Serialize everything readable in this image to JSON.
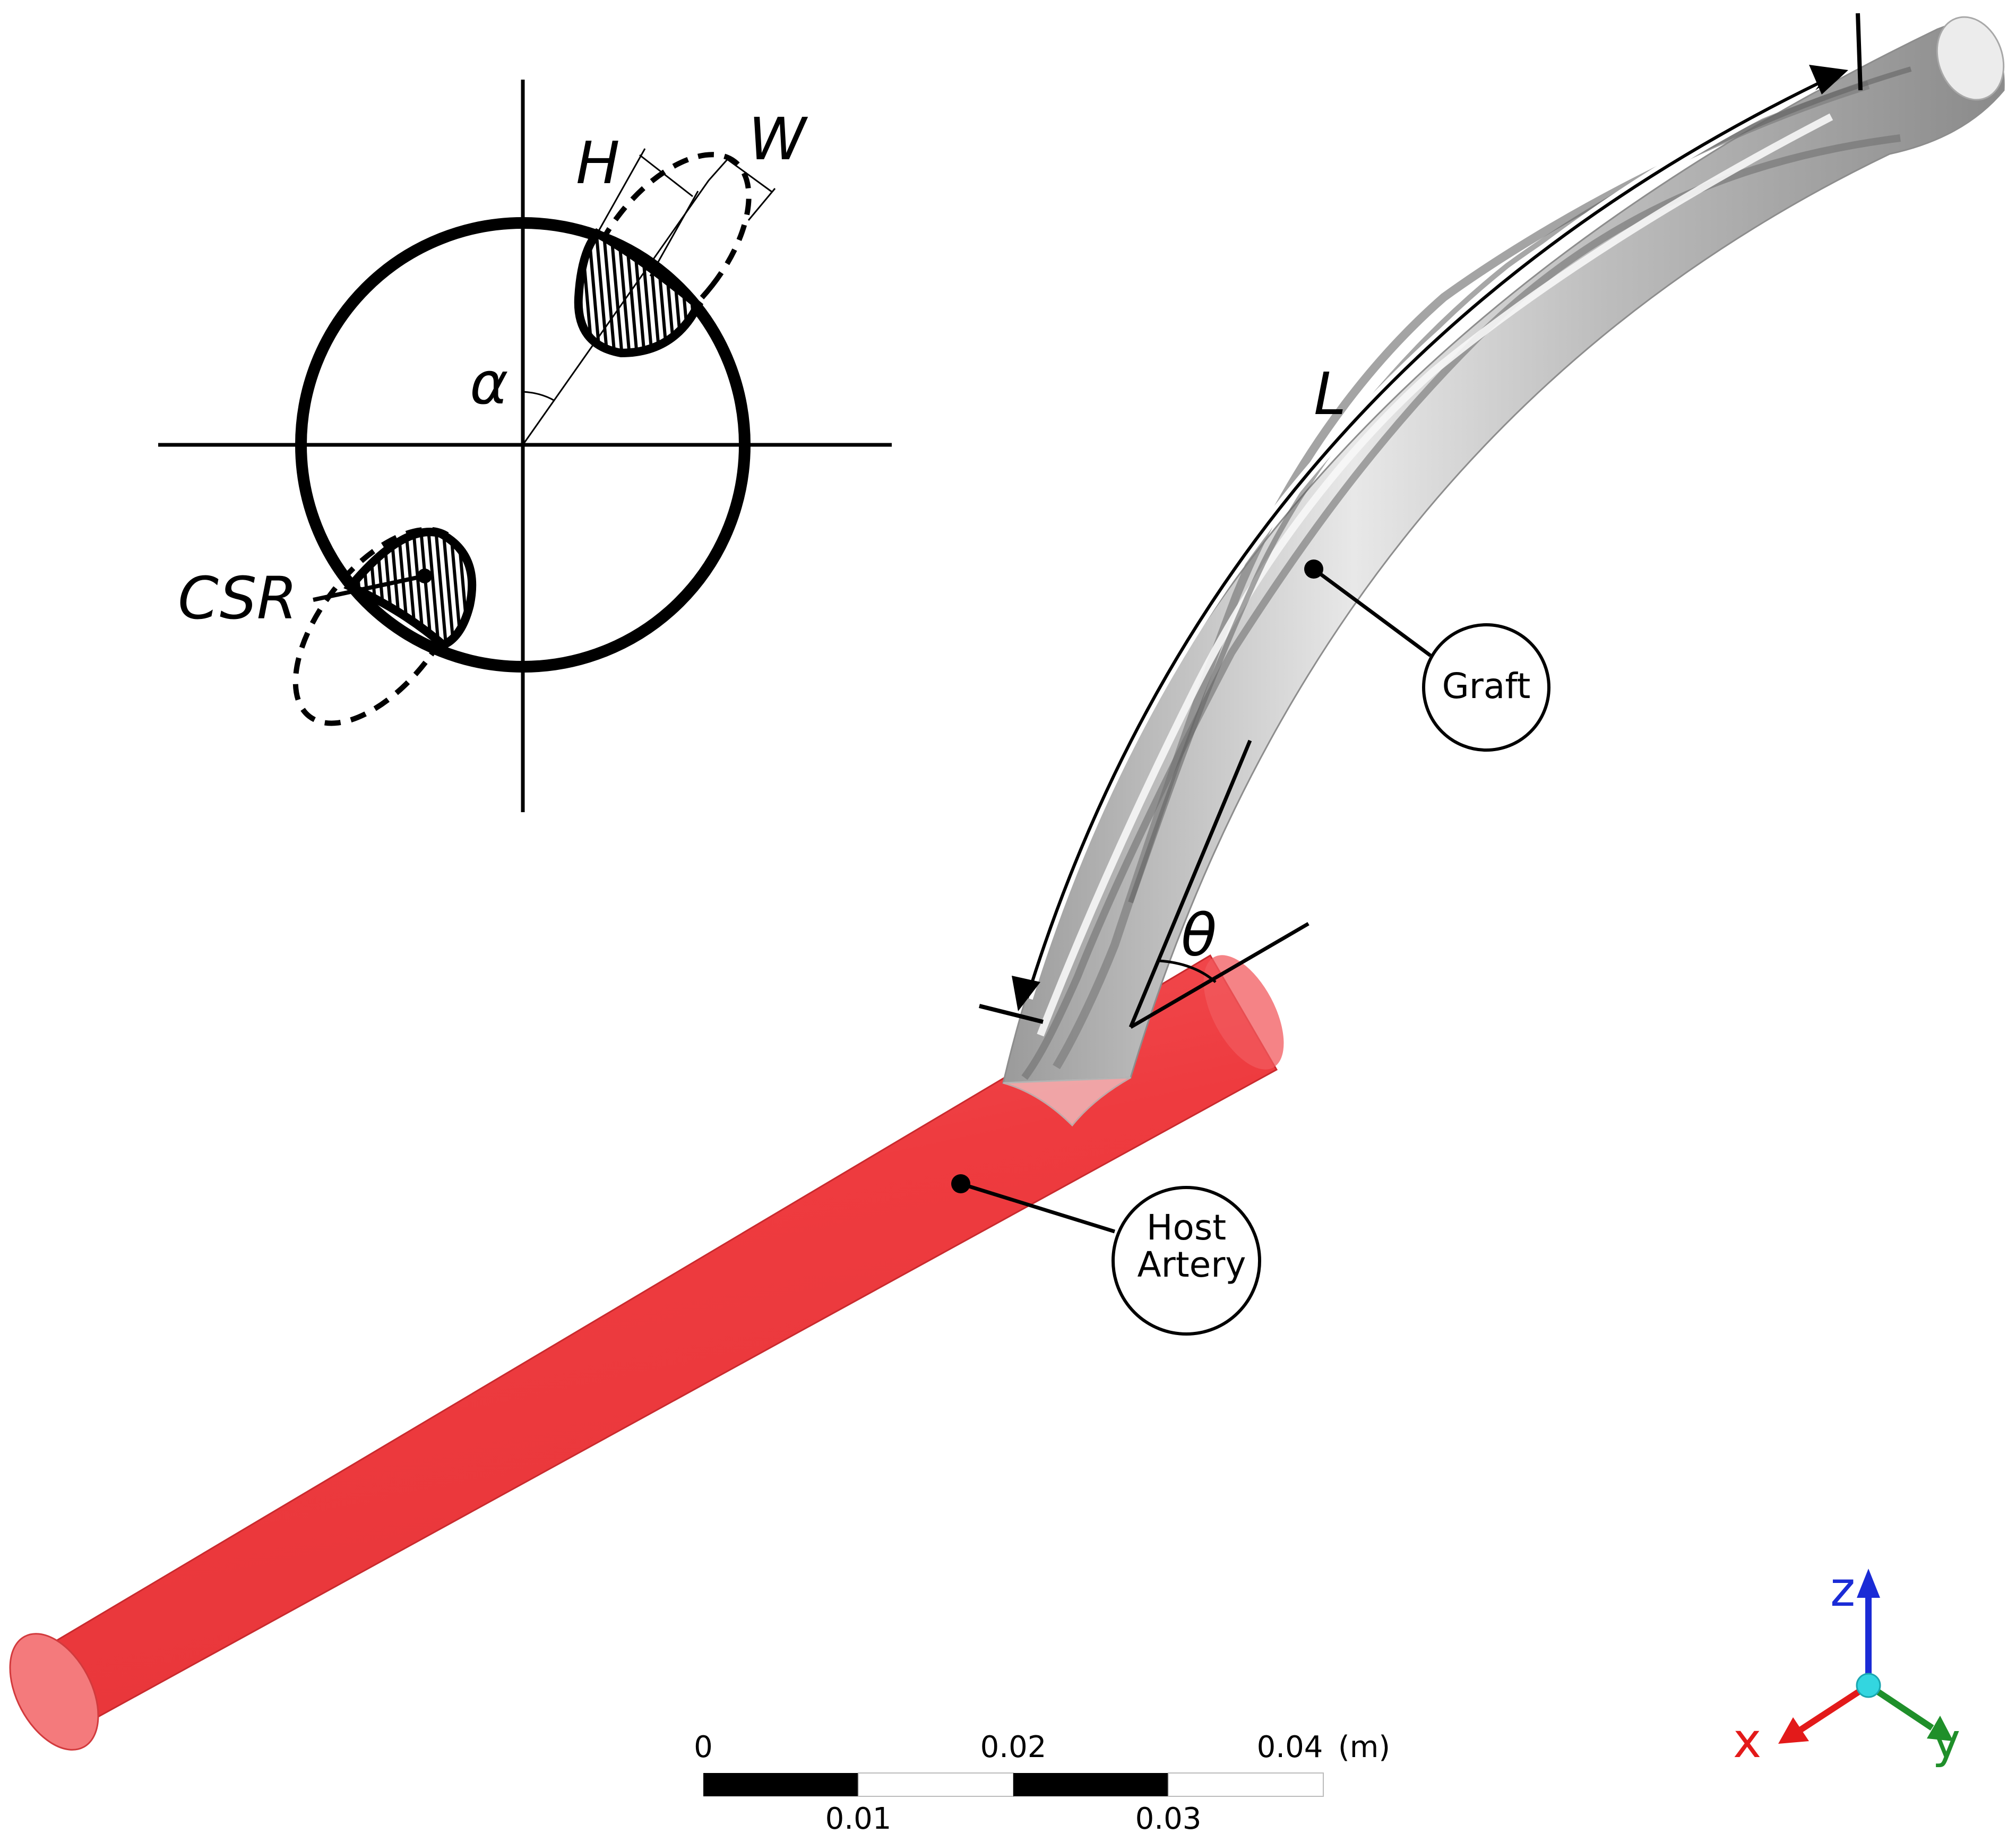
{
  "labels": {
    "H": "H",
    "W": "W",
    "alpha": "α",
    "CSR": "CSR",
    "L": "L",
    "theta": "θ",
    "graft": "Graft",
    "host_line1": "Host",
    "host_line2": "Artery"
  },
  "scale_bar": {
    "top_labels": [
      "0",
      "0.02",
      "0.04"
    ],
    "bottom_labels": [
      "0.01",
      "0.03"
    ],
    "unit": "(m)"
  },
  "axes": {
    "z": "z",
    "x": "x",
    "y": "y",
    "colors": {
      "z": "#1a2bd6",
      "x": "#e31a1a",
      "y": "#1f8f2a",
      "origin": "#33d6e0"
    }
  },
  "colors": {
    "artery": "#ee3b3f",
    "graft": "#c9c9c9",
    "ink": "#000000"
  }
}
